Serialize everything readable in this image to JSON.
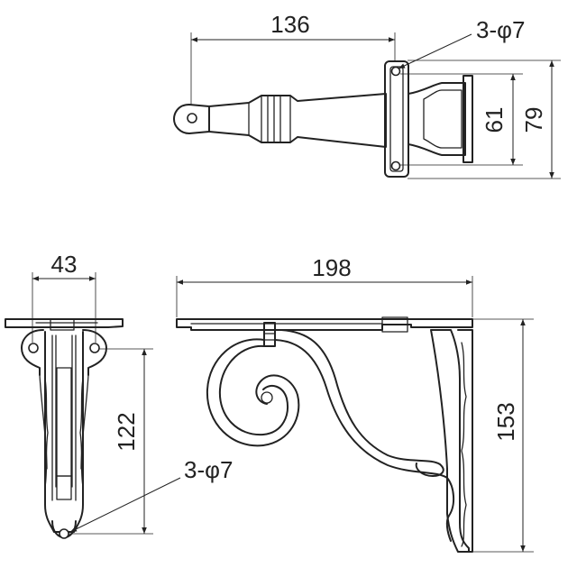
{
  "drawing": {
    "top_view": {
      "width_label": "136",
      "hole_label": "3-φ7",
      "inner_height_label": "61",
      "outer_height_label": "79"
    },
    "side_view": {
      "width_label": "43",
      "height_label": "122",
      "hole_label": "3-φ7"
    },
    "front_view": {
      "width_label": "198",
      "height_label": "153"
    }
  }
}
